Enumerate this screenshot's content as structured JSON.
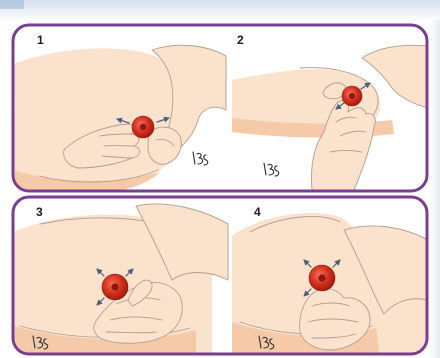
{
  "steps": [
    {
      "number": "1"
    },
    {
      "number": "2"
    },
    {
      "number": "3"
    },
    {
      "number": "4"
    }
  ],
  "colors": {
    "frame": "#7a3d8f",
    "skin": "#fbe2cd",
    "skin_shade": "#f4caa9",
    "nipple": "#d3301e",
    "outline": "#b39c8f",
    "header": "#d3e0ee"
  },
  "icons": [
    "arrow-icon",
    "artist-signature"
  ]
}
